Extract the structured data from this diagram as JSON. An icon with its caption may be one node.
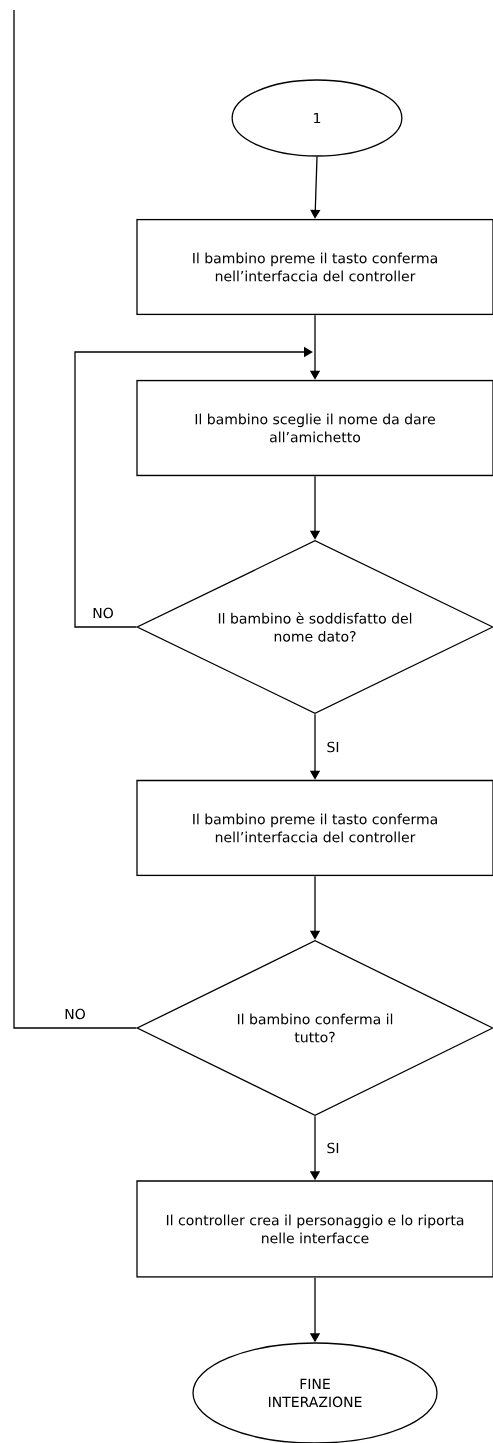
{
  "diagram": {
    "nodes": [
      {
        "text": [
          "1"
        ]
      },
      {
        "text": [
          "Il bambino preme il tasto conferma nell’interfaccia del controller"
        ]
      },
      {
        "text": [
          "Il bambino sceglie il nome da dare all’amichetto"
        ]
      },
      {
        "text": [
          "Il bambino è soddisfatto del nome dato?"
        ]
      },
      {
        "text": [
          "Il bambino preme il tasto conferma nell’interfaccia del controller"
        ]
      },
      {
        "text": [
          "Il bambino conferma il tutto?"
        ]
      },
      {
        "text": [
          "Il controller crea il personaggio e lo riporta nelle interfacce"
        ]
      },
      {
        "text": [
          "FINE INTERAZIONE"
        ]
      }
    ],
    "edges": [
      {
        "from": 0,
        "to": 1,
        "arrow": "to"
      },
      {
        "from": 1,
        "to": 2,
        "arrow": "to"
      },
      {
        "from": 2,
        "to": 3,
        "arrow": "to"
      },
      {
        "from": 3,
        "to": 2,
        "arrow": "to",
        "label": "NO"
      },
      {
        "from": 3,
        "to": 4,
        "arrow": "to",
        "label": "SI"
      },
      {
        "from": 4,
        "to": 5,
        "arrow": "to"
      },
      {
        "from": 5,
        "to": null,
        "arrow": "none",
        "label": "NO"
      },
      {
        "from": 5,
        "to": 6,
        "arrow": "to",
        "label": "SI"
      },
      {
        "from": 6,
        "to": 7,
        "arrow": "to"
      }
    ]
  }
}
